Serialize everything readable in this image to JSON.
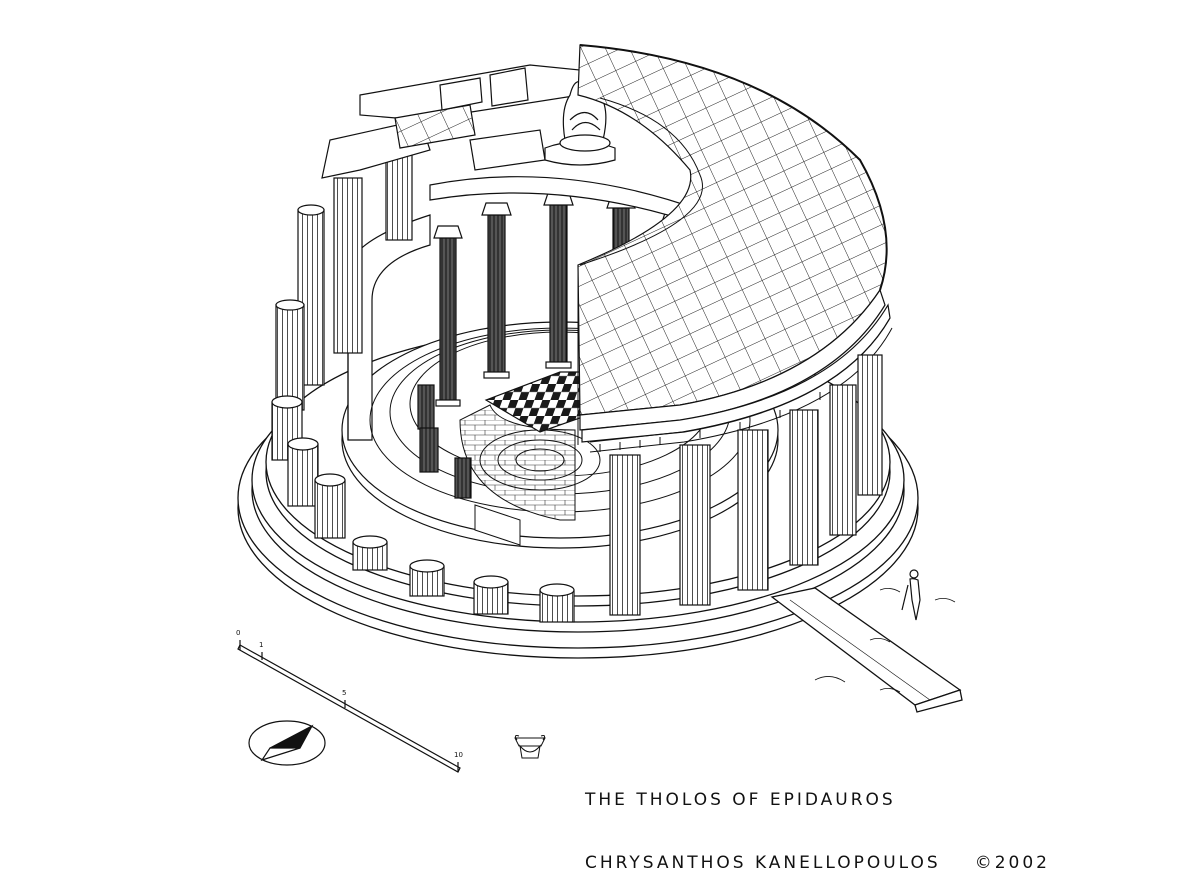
{
  "title": "THE THOLOS OF EPIDAUROS",
  "author": "CHRYSANTHOS KANELLOPOULOS",
  "copyright": "©2002",
  "scale_bar": {
    "labels": [
      "0",
      "1",
      "5",
      "10"
    ]
  },
  "colors": {
    "ink": "#111111",
    "paper": "#ffffff",
    "floor_dark": "#1a1a1a"
  },
  "icons": [
    "north-arrow-icon",
    "capital-icon",
    "human-figure-icon"
  ]
}
